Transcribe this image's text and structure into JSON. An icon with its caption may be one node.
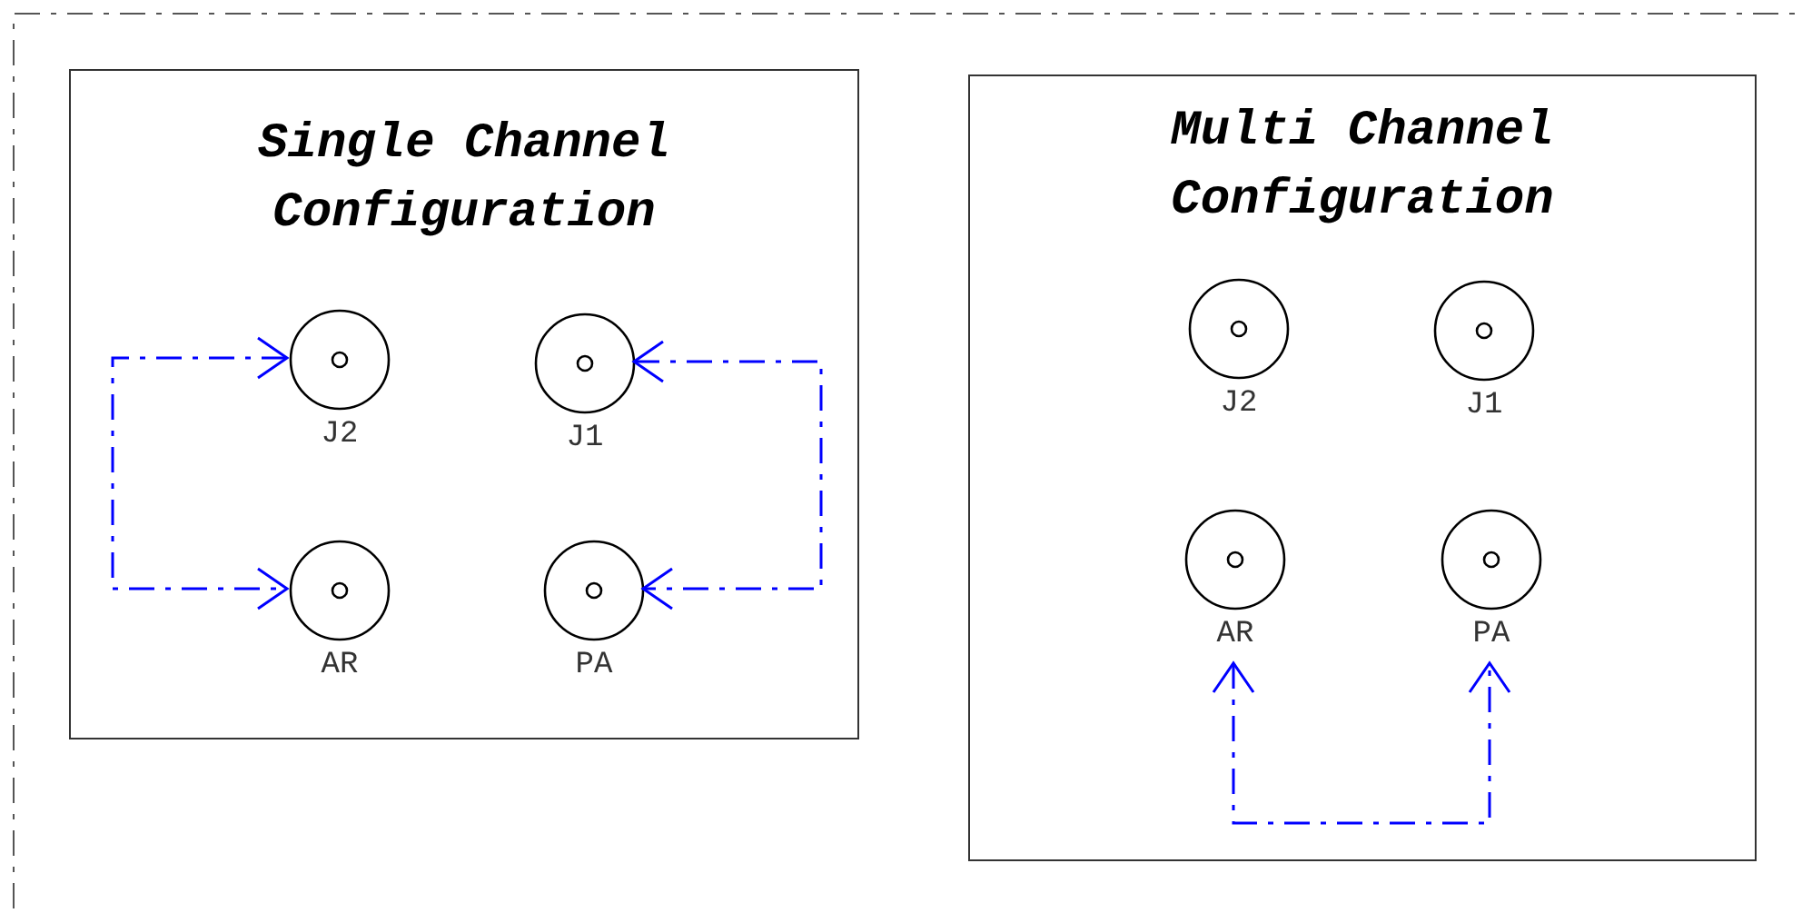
{
  "diagram": {
    "nodes": [
      {
        "text": [
          "Single Channel Configuration"
        ]
      },
      {
        "text": [
          "J2"
        ],
        "in": 0
      },
      {
        "text": [
          "J1"
        ],
        "in": 0
      },
      {
        "text": [
          "AR"
        ],
        "in": 0
      },
      {
        "text": [
          "PA"
        ],
        "in": 0
      },
      {
        "text": [
          "Multi Channel Configuration"
        ]
      },
      {
        "text": [
          "J2"
        ],
        "in": 5
      },
      {
        "text": [
          "J1"
        ],
        "in": 5
      },
      {
        "text": [
          "AR"
        ],
        "in": 5
      },
      {
        "text": [
          "PA"
        ],
        "in": 5
      }
    ],
    "edges": [
      {
        "from": 1,
        "to": 3,
        "arrow": "both",
        "style": "dashed",
        "color": "#0000ff"
      },
      {
        "from": 2,
        "to": 4,
        "arrow": "both",
        "style": "dashed",
        "color": "#0000ff"
      },
      {
        "from": 8,
        "to": 9,
        "arrow": "both",
        "style": "dashed",
        "color": "#0000ff"
      }
    ]
  }
}
